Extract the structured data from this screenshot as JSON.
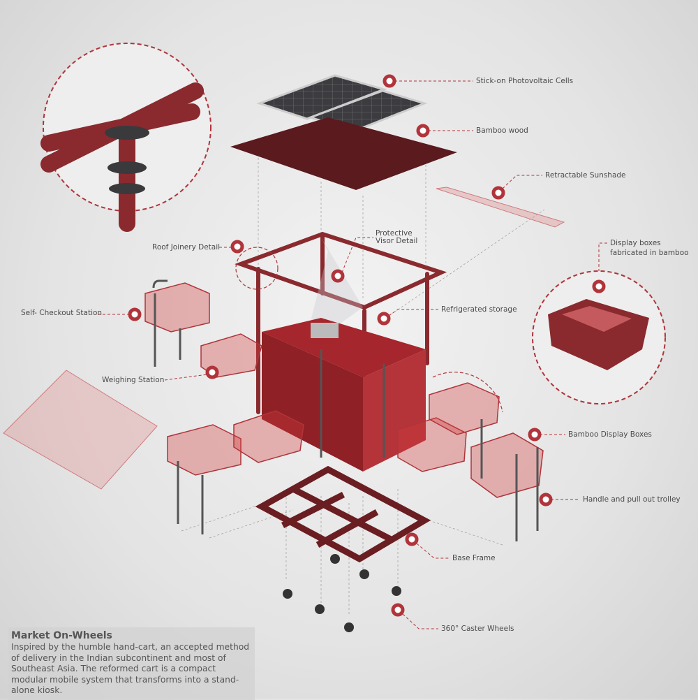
{
  "colors": {
    "accent": "#b0343a",
    "frame": "#8a2a2e",
    "panel": "#3a3a3c",
    "text": "#4a4a4a"
  },
  "labels": {
    "pv": "Stick-on Photovoltaic Cells",
    "bamboo_wood": "Bamboo wood",
    "sunshade": "Retractable Sunshade",
    "visor_1": "Protective",
    "visor_2": "Visor Detail",
    "roof_joinery": "Roof Joinery Detail",
    "display_fab_1": "Display boxes",
    "display_fab_2": "fabricated in bamboo",
    "refrigerated": "Refrigerated storage",
    "checkout": "Self- Checkout Station",
    "weighing": "Weighing Station",
    "display_boxes": "Bamboo Display Boxes",
    "trolley": "Handle and pull out trolley",
    "base_frame": "Base Frame",
    "wheels": "360° Caster Wheels"
  },
  "description": {
    "title": "Market On-Wheels",
    "body": "Inspired by the humble hand-cart, an accepted method of delivery in the Indian subcontinent and most of Southeast Asia. The reformed cart is a compact modular mobile system that transforms into a stand-alone kiosk."
  }
}
